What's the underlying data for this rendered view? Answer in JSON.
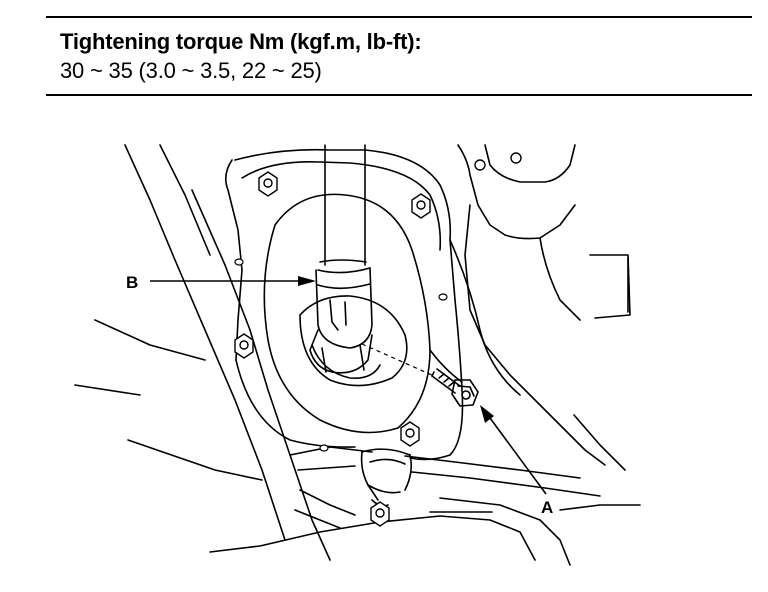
{
  "spec": {
    "title": "Tightening torque Nm (kgf.m, lb-ft):",
    "value": "30 ~ 35 (3.0 ~ 3.5, 22 ~ 25)"
  },
  "callouts": {
    "a": "A",
    "b": "B"
  }
}
